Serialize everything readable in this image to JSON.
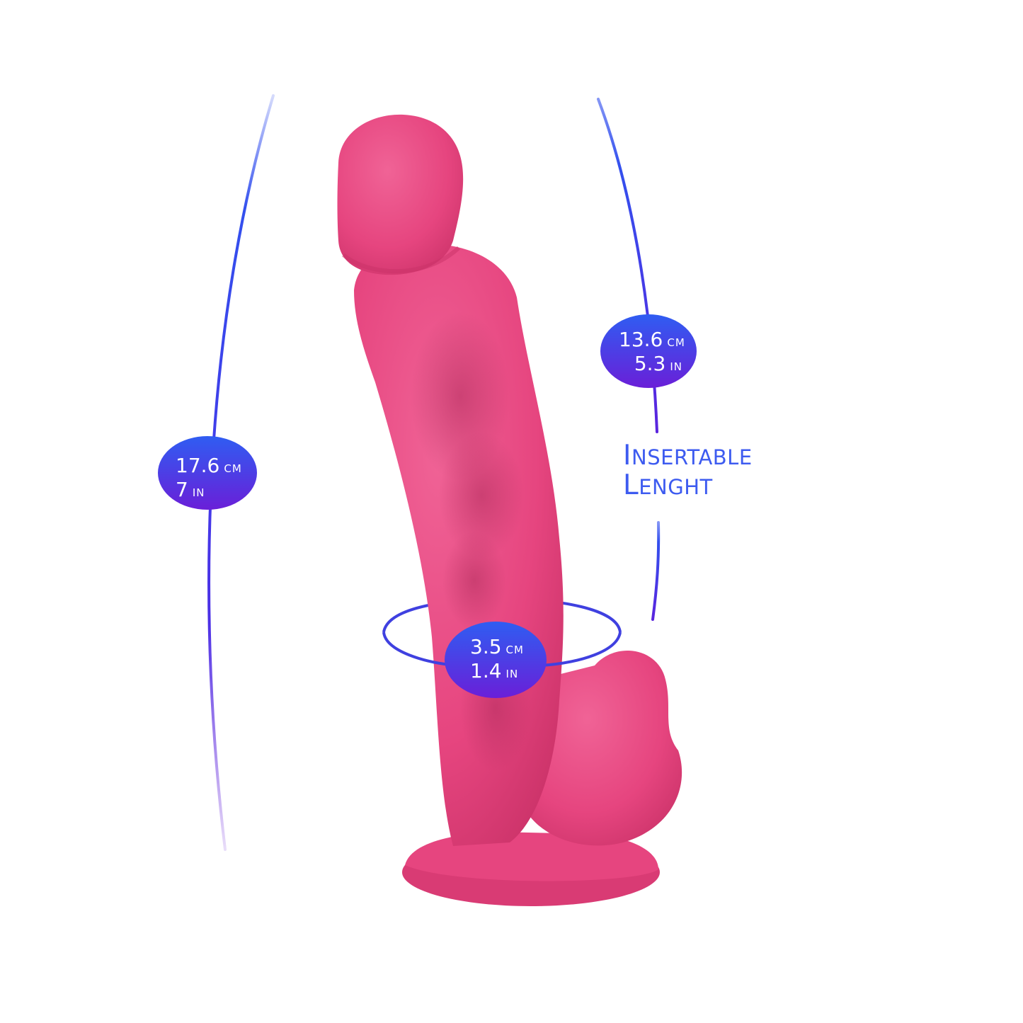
{
  "measurements": {
    "total_length": {
      "cm_value": "17.6",
      "cm_unit": "CM",
      "in_value": "7",
      "in_unit": "IN"
    },
    "insertable_length": {
      "cm_value": "13.6",
      "cm_unit": "CM",
      "in_value": "5.3",
      "in_unit": "IN"
    },
    "diameter": {
      "cm_value": "3.5",
      "cm_unit": "CM",
      "in_value": "1.4",
      "in_unit": "IN"
    }
  },
  "insertable_label": {
    "line1_initial": "I",
    "line1_rest": "NSERTABLE",
    "line2_initial": "L",
    "line2_rest": "ENGHT"
  },
  "colors": {
    "product_pink": "#e6457f",
    "measure_blue": "#3350ee",
    "measure_purple": "#6a1fd8",
    "background": "#ffffff"
  }
}
